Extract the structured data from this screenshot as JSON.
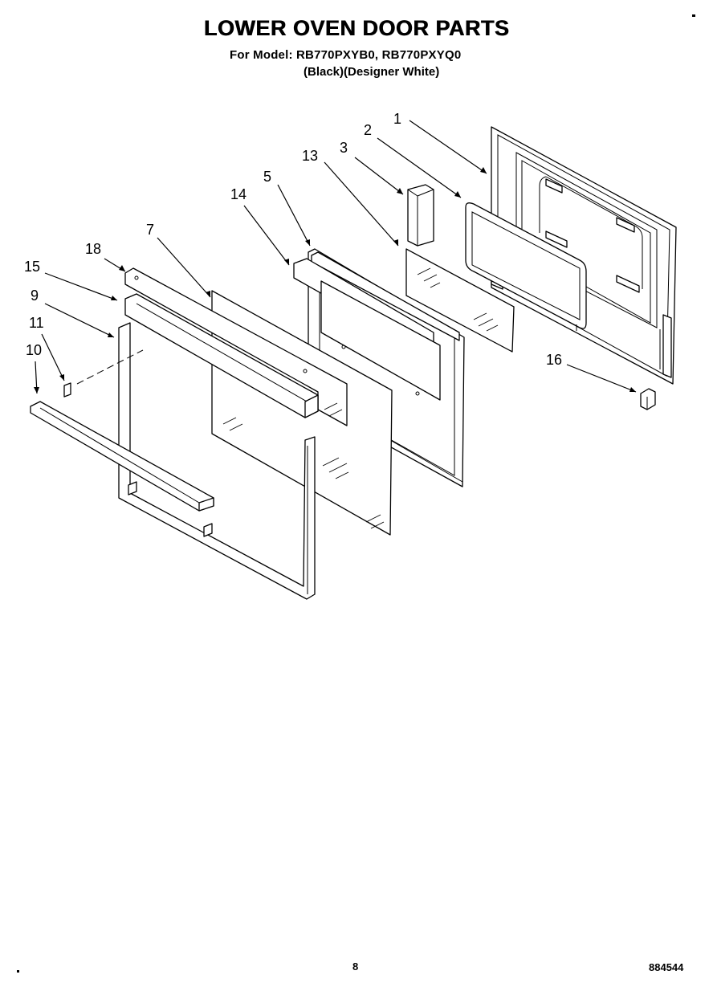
{
  "header": {
    "title": "LOWER OVEN DOOR PARTS",
    "model_line": "For Model: RB770PXYB0, RB770PXYQ0",
    "color_line": "(Black)(Designer White)"
  },
  "callouts": [
    {
      "id": "c1",
      "label": "1"
    },
    {
      "id": "c2",
      "label": "2"
    },
    {
      "id": "c3",
      "label": "3"
    },
    {
      "id": "c13",
      "label": "13"
    },
    {
      "id": "c5",
      "label": "5"
    },
    {
      "id": "c14",
      "label": "14"
    },
    {
      "id": "c7",
      "label": "7"
    },
    {
      "id": "c18",
      "label": "18"
    },
    {
      "id": "c15",
      "label": "15"
    },
    {
      "id": "c9",
      "label": "9"
    },
    {
      "id": "c11",
      "label": "11"
    },
    {
      "id": "c10",
      "label": "10"
    },
    {
      "id": "c16",
      "label": "16"
    }
  ],
  "footer": {
    "page_number": "8",
    "doc_code": "884544"
  }
}
